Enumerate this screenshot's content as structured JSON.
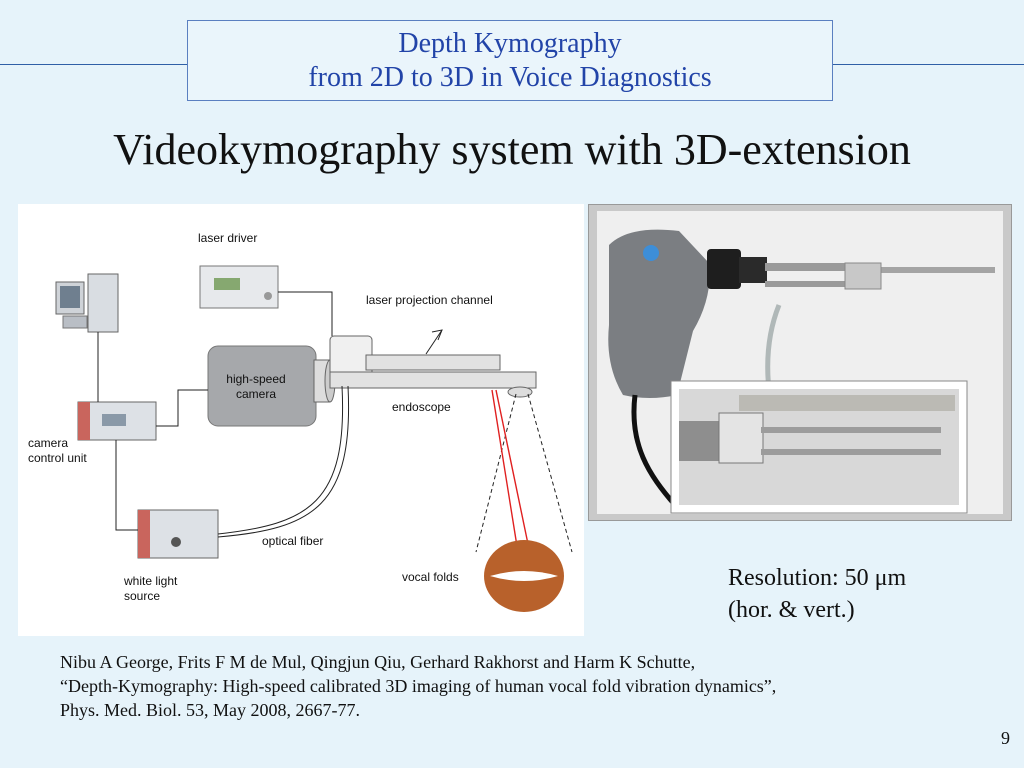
{
  "header": {
    "line1": "Depth Kymography",
    "line2": "from 2D to 3D in Voice Diagnostics"
  },
  "slide_title": "Videokymography system with 3D-extension",
  "diagram": {
    "laser_driver": "laser driver",
    "laser_projection_channel": "laser projection channel",
    "high_speed_camera_1": "high-speed",
    "high_speed_camera_2": "camera",
    "endoscope": "endoscope",
    "camera_control_unit_1": "camera",
    "camera_control_unit_2": "control unit",
    "optical_fiber": "optical fiber",
    "white_light_source_1": "white light",
    "white_light_source_2": "source",
    "vocal_folds": "vocal folds"
  },
  "resolution": {
    "line1": "Resolution: 50 μm",
    "line2": "(hor. & vert.)"
  },
  "reference": {
    "line1": "Nibu A George, Frits F M de Mul, Qingjun Qiu, Gerhard Rakhorst and Harm K Schutte,",
    "line2": "“Depth-Kymography: High-speed calibrated 3D imaging of human vocal fold vibration dynamics”,",
    "line3": "Phys. Med. Biol. 53, May 2008, 2667-77."
  },
  "page_number": "9"
}
